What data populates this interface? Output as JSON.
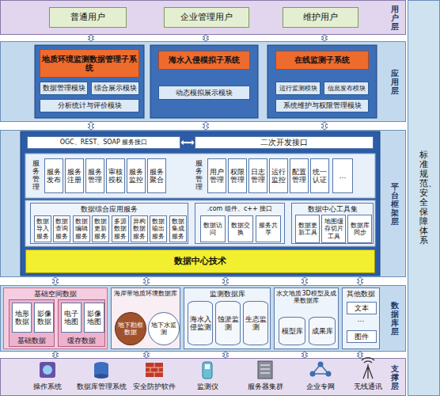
{
  "diagram": {
    "nodes": [
      {
        "text": [
          "用户层"
        ]
      },
      {
        "text": [
          "普通用户"
        ],
        "in": 0
      },
      {
        "text": [
          "企业管理用户"
        ],
        "in": 0
      },
      {
        "text": [
          "维护用户"
        ],
        "in": 0
      },
      {
        "text": [
          "应用层"
        ]
      },
      {
        "text": [
          "地质环境监测数据管理子系统"
        ],
        "in": 4
      },
      {
        "text": [
          "数据管理模块"
        ],
        "in": 4
      },
      {
        "text": [
          "综合展示模块"
        ],
        "in": 4
      },
      {
        "text": [
          "分析统计与评价模块"
        ],
        "in": 4
      },
      {
        "text": [
          "海水入侵模拟子系统"
        ],
        "in": 4
      },
      {
        "text": [
          "动态模拟展示模块"
        ],
        "in": 4
      },
      {
        "text": [
          "在线监测子系统"
        ],
        "in": 4
      },
      {
        "text": [
          "运行监测模块"
        ],
        "in": 4
      },
      {
        "text": [
          "信息发布模块"
        ],
        "in": 4
      },
      {
        "text": [
          "系统维护与权限管理模块"
        ],
        "in": 4
      },
      {
        "text": [
          "平台框架层"
        ]
      },
      {
        "text": [
          "OGC、REST、SOAP 服务接口"
        ],
        "in": 15
      },
      {
        "text": [
          "二次开发接口"
        ],
        "in": 15
      },
      {
        "text": [
          "服务管理"
        ],
        "in": 15
      },
      {
        "text": [
          "服务发布"
        ],
        "in": 15
      },
      {
        "text": [
          "服务注册"
        ],
        "in": 15
      },
      {
        "text": [
          "服务管理"
        ],
        "in": 15
      },
      {
        "text": [
          "审核授权"
        ],
        "in": 15
      },
      {
        "text": [
          "服务监控"
        ],
        "in": 15
      },
      {
        "text": [
          "服务聚合"
        ],
        "in": 15
      },
      {
        "text": [
          "服务管理"
        ],
        "in": 15
      },
      {
        "text": [
          "用户管理"
        ],
        "in": 15
      },
      {
        "text": [
          "权限管理"
        ],
        "in": 15
      },
      {
        "text": [
          "日志管理"
        ],
        "in": 15
      },
      {
        "text": [
          "运行监控"
        ],
        "in": 15
      },
      {
        "text": [
          "配置管理"
        ],
        "in": 15
      },
      {
        "text": [
          "统一认证"
        ],
        "in": 15
      },
      {
        "text": [
          "…"
        ],
        "in": 15
      },
      {
        "text": [
          "数据综合应用服务"
        ],
        "in": 15
      },
      {
        "text": [
          "数据导入服务"
        ],
        "in": 33
      },
      {
        "text": [
          "数据查询服务"
        ],
        "in": 33
      },
      {
        "text": [
          "数据编辑服务"
        ],
        "in": 33
      },
      {
        "text": [
          "数据更新服务"
        ],
        "in": 33
      },
      {
        "text": [
          "多源数据服务"
        ],
        "in": 33
      },
      {
        "text": [
          "异构数据服务"
        ],
        "in": 33
      },
      {
        "text": [
          "数据输出服务"
        ],
        "in": 33
      },
      {
        "text": [
          "数据集成服务"
        ],
        "in": 33
      },
      {
        "text": [
          ".com 组件、c++ 接口"
        ],
        "in": 15
      },
      {
        "text": [
          "数据访问"
        ],
        "in": 42
      },
      {
        "text": [
          "数据交换"
        ],
        "in": 42
      },
      {
        "text": [
          "服务共享"
        ],
        "in": 42
      },
      {
        "text": [
          "数据中心工具集"
        ],
        "in": 15
      },
      {
        "text": [
          "数据更新工具"
        ],
        "in": 46
      },
      {
        "text": [
          "地图缓存切片工具"
        ],
        "in": 46
      },
      {
        "text": [
          "数据库同步"
        ],
        "in": 46
      },
      {
        "text": [
          "数据中心技术"
        ],
        "in": 15
      },
      {
        "text": [
          "数据库层"
        ]
      },
      {
        "text": [
          "基础空间数据"
        ],
        "in": 51
      },
      {
        "text": [
          "基础数据"
        ],
        "in": 52
      },
      {
        "text": [
          "地形数据"
        ],
        "in": 53
      },
      {
        "text": [
          "影像数据"
        ],
        "in": 53
      },
      {
        "text": [
          "缓存数据"
        ],
        "in": 52
      },
      {
        "text": [
          "电子地图"
        ],
        "in": 56
      },
      {
        "text": [
          "影像地图"
        ],
        "in": 56
      },
      {
        "text": [
          "海岸带地质环境数据库"
        ],
        "in": 51
      },
      {
        "text": [
          "地下勘察数据"
        ],
        "in": 59
      },
      {
        "text": [
          "地下水监测"
        ],
        "in": 59
      },
      {
        "text": [
          "监测数据库"
        ],
        "in": 51
      },
      {
        "text": [
          "海水入侵监测"
        ],
        "in": 62
      },
      {
        "text": [
          "蚀淤监测"
        ],
        "in": 62
      },
      {
        "text": [
          "生态监测"
        ],
        "in": 62
      },
      {
        "text": [
          "水文地质3D模型及成果数据库"
        ],
        "in": 51
      },
      {
        "text": [
          "模型库"
        ],
        "in": 66
      },
      {
        "text": [
          "成果库"
        ],
        "in": 66
      },
      {
        "text": [
          "其他数据"
        ],
        "in": 51
      },
      {
        "text": [
          "文本"
        ],
        "in": 69
      },
      {
        "text": [
          "图件"
        ],
        "in": 69
      },
      {
        "text": [
          "支撑层"
        ]
      },
      {
        "text": [
          "标准规范、安全保障体系"
        ]
      }
    ],
    "edges": [
      {
        "from": 0,
        "to": 4,
        "arrow": "both"
      },
      {
        "from": 0,
        "to": 4,
        "arrow": "both"
      },
      {
        "from": 0,
        "to": 4,
        "arrow": "both"
      },
      {
        "from": 4,
        "to": 15,
        "arrow": "both"
      },
      {
        "from": 4,
        "to": 15,
        "arrow": "both"
      },
      {
        "from": 4,
        "to": 15,
        "arrow": "both"
      },
      {
        "from": 15,
        "to": 51,
        "arrow": "both"
      },
      {
        "from": 15,
        "to": 51,
        "arrow": "both"
      },
      {
        "from": 15,
        "to": 51,
        "arrow": "both"
      },
      {
        "from": 15,
        "to": 51,
        "arrow": "both"
      },
      {
        "from": 15,
        "to": 51,
        "arrow": "both"
      },
      {
        "from": 51,
        "to": 72,
        "arrow": "both"
      },
      {
        "from": 51,
        "to": 72,
        "arrow": "both"
      },
      {
        "from": 51,
        "to": 72,
        "arrow": "both"
      },
      {
        "from": 51,
        "to": 72,
        "arrow": "both"
      },
      {
        "from": 51,
        "to": 72,
        "arrow": "both"
      },
      {
        "from": 16,
        "to": 17,
        "arrow": "both"
      }
    ],
    "labels": [
      "操作系统",
      "数据库管理系统",
      "安全防护软件",
      "监测仪",
      "服务器集群",
      "企业专网",
      "无线通讯",
      "…"
    ]
  }
}
